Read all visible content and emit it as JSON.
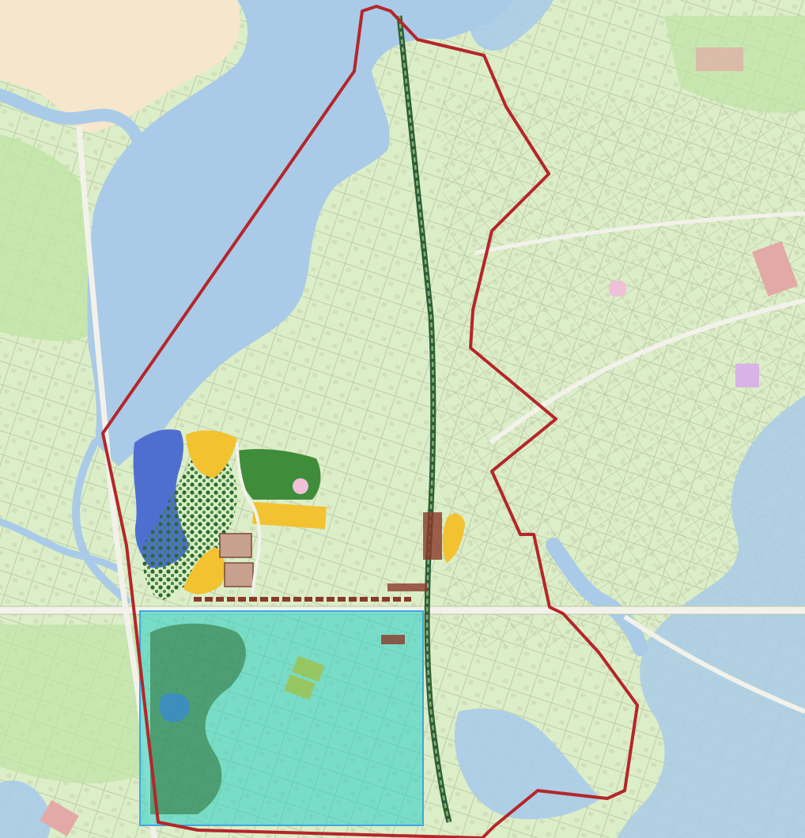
{
  "map": {
    "colors": {
      "land": "#dceec8",
      "land_park": "#bfe3a5",
      "land_sand": "#f5e6cc",
      "water": "#a9cbe8",
      "water_dark": "#4f6fd0",
      "road_major": "#f2f2ea",
      "road_minor": "#b9c5a4",
      "building_red": "#e3a9a6",
      "building_purple": "#d9b3e6",
      "building_pink": "#f0c0d8",
      "boundary": "#b5262a",
      "study_area_fill": "#35d1c4",
      "study_area_stroke": "#3fa8e0",
      "plan_yellow": "#f2c230",
      "plan_green": "#3f8d3a",
      "plan_dark_green": "#2a6b2e",
      "plan_corridor": "#2f5d3a",
      "plan_building": "#c7a08e"
    },
    "features": [
      "study-boundary",
      "study-area-overlay",
      "corridor-plan",
      "waterfront-plan",
      "river",
      "bay"
    ]
  }
}
